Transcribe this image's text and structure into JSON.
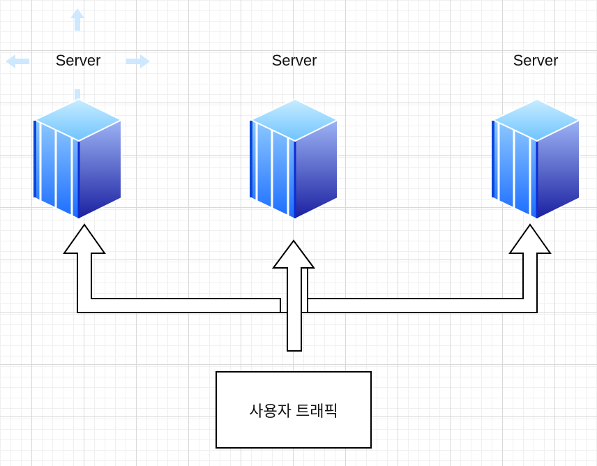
{
  "servers": [
    {
      "label": "Server"
    },
    {
      "label": "Server"
    },
    {
      "label": "Server"
    }
  ],
  "traffic_box": {
    "label": "사용자 트래픽"
  },
  "colors": {
    "server_top": "#a8dcff",
    "server_left": "#2f8cff",
    "server_right_top": "#8ea8f2",
    "server_right_bottom": "#1a24a8",
    "selection_handle": "#c8e6ff"
  }
}
